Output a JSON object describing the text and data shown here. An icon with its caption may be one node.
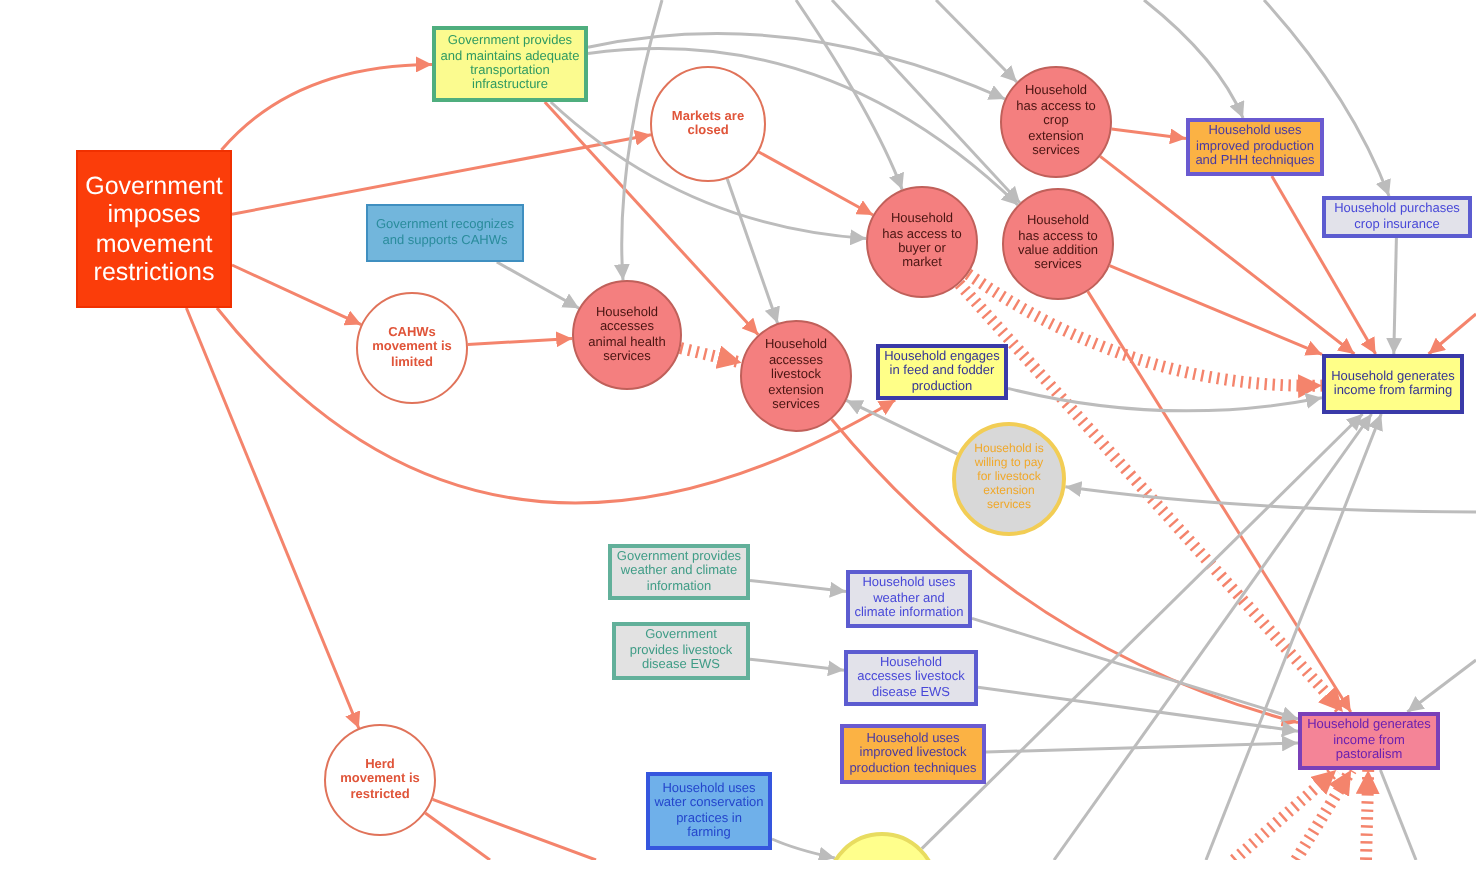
{
  "diagram": {
    "nodes": [
      {
        "text": [
          "Government imposes movement restrictions"
        ]
      },
      {
        "text": [
          "Government provides and maintains adequate transportation infrastructure"
        ]
      },
      {
        "text": [
          "Markets are closed"
        ]
      },
      {
        "text": [
          "Government recognizes and supports CAHWs"
        ]
      },
      {
        "text": [
          "CAHWs movement is limited"
        ]
      },
      {
        "text": [
          "Household accesses animal health services"
        ]
      },
      {
        "text": [
          "Household accesses livestock extension services"
        ]
      },
      {
        "text": [
          "Household has access to crop extension services"
        ]
      },
      {
        "text": [
          "Household uses improved production and PHH techniques"
        ]
      },
      {
        "text": [
          "Household has access to buyer or market"
        ]
      },
      {
        "text": [
          "Household has access to value addition services"
        ]
      },
      {
        "text": [
          "Household purchases crop insurance"
        ]
      },
      {
        "text": [
          "Household engages in feed and fodder production"
        ]
      },
      {
        "text": [
          "Household generates income from farming"
        ]
      },
      {
        "text": [
          "Household is willing to pay for livestock extension services"
        ]
      },
      {
        "text": [
          "Government provides weather and climate information"
        ]
      },
      {
        "text": [
          "Household uses weather and climate information"
        ]
      },
      {
        "text": [
          "Government provides livestock disease EWS"
        ]
      },
      {
        "text": [
          "Household accesses livestock disease EWS"
        ]
      },
      {
        "text": [
          "Household uses improved livestock production techniques"
        ]
      },
      {
        "text": [
          "Household generates income from pastoralism"
        ]
      },
      {
        "text": [
          "Herd movement is restricted"
        ]
      },
      {
        "text": [
          "Household uses water conservation practices in farming"
        ]
      },
      {
        "text": [],
        "shape": "circle"
      }
    ],
    "edges": [
      {
        "from": 0,
        "to": 1,
        "arrow": "to",
        "color": "#f4846c"
      },
      {
        "from": 0,
        "to": 2,
        "arrow": "to",
        "color": "#f4846c"
      },
      {
        "from": 0,
        "to": 4,
        "arrow": "to",
        "color": "#f4846c"
      },
      {
        "from": 0,
        "to": 12,
        "arrow": "to",
        "color": "#f4846c"
      },
      {
        "from": 0,
        "to": 21,
        "arrow": "to",
        "color": "#f4846c"
      },
      {
        "from": 1,
        "to": 6,
        "arrow": "to",
        "color": "#f4846c"
      },
      {
        "from": 1,
        "to": 7,
        "arrow": "to"
      },
      {
        "from": 1,
        "to": 9,
        "arrow": "to"
      },
      {
        "from": 1,
        "to": 10,
        "arrow": "to"
      },
      {
        "from": 2,
        "to": 9,
        "arrow": "to",
        "color": "#f4846c"
      },
      {
        "from": 2,
        "to": 6,
        "arrow": "to"
      },
      {
        "from": null,
        "to": 5,
        "arrow": "to"
      },
      {
        "from": 3,
        "to": 5,
        "arrow": "to"
      },
      {
        "from": 4,
        "to": 5,
        "arrow": "to",
        "color": "#f4846c"
      },
      {
        "from": 5,
        "to": 6,
        "arrow": "to",
        "style": "dashed",
        "color": "#f4846c"
      },
      {
        "from": null,
        "to": 9,
        "arrow": "to"
      },
      {
        "from": null,
        "to": 10,
        "arrow": "to"
      },
      {
        "from": null,
        "to": 7,
        "arrow": "to"
      },
      {
        "from": 7,
        "to": 8,
        "arrow": "to",
        "color": "#f4846c"
      },
      {
        "from": 7,
        "to": 13,
        "arrow": "to",
        "color": "#f4846c"
      },
      {
        "from": null,
        "to": 8,
        "arrow": "to"
      },
      {
        "from": 8,
        "to": 13,
        "arrow": "to",
        "color": "#f4846c"
      },
      {
        "from": null,
        "to": 11,
        "arrow": "to"
      },
      {
        "from": 11,
        "to": 13,
        "arrow": "to"
      },
      {
        "from": 9,
        "to": 13,
        "arrow": "to",
        "style": "dashed",
        "color": "#f4846c"
      },
      {
        "from": 9,
        "to": 20,
        "arrow": "to",
        "style": "dashed",
        "color": "#f4846c"
      },
      {
        "from": 10,
        "to": 13,
        "arrow": "to",
        "color": "#f4846c"
      },
      {
        "from": 10,
        "to": 20,
        "arrow": "to",
        "color": "#f4846c"
      },
      {
        "from": null,
        "to": 13,
        "arrow": "to",
        "color": "#f4846c"
      },
      {
        "from": 12,
        "to": 13,
        "arrow": "to"
      },
      {
        "from": 6,
        "to": 20,
        "arrow": "to",
        "color": "#f4846c"
      },
      {
        "from": 14,
        "to": 6,
        "arrow": "to"
      },
      {
        "from": null,
        "to": 14,
        "arrow": "to"
      },
      {
        "from": 15,
        "to": 16,
        "arrow": "to"
      },
      {
        "from": 17,
        "to": 18,
        "arrow": "to"
      },
      {
        "from": 16,
        "to": 20,
        "arrow": "to"
      },
      {
        "from": 18,
        "to": 20,
        "arrow": "to"
      },
      {
        "from": 19,
        "to": 20,
        "arrow": "to"
      },
      {
        "from": null,
        "to": 20,
        "arrow": "to"
      },
      {
        "from": null,
        "to": 20,
        "arrow": "to",
        "style": "dashed",
        "color": "#f4846c"
      },
      {
        "from": null,
        "to": 20,
        "arrow": "to",
        "style": "dashed",
        "color": "#f4846c"
      },
      {
        "from": null,
        "to": 20,
        "arrow": "to",
        "style": "dashed",
        "color": "#f4846c"
      },
      {
        "from": 20,
        "to": null,
        "arrow": "none"
      },
      {
        "from": 21,
        "to": null,
        "arrow": "none",
        "color": "#f4846c"
      },
      {
        "from": 21,
        "to": null,
        "arrow": "none",
        "color": "#f4846c"
      },
      {
        "from": 22,
        "to": 23,
        "arrow": "to"
      },
      {
        "from": 23,
        "to": 13,
        "arrow": "to"
      },
      {
        "from": null,
        "to": 13,
        "arrow": "to"
      },
      {
        "from": null,
        "to": 13,
        "arrow": "to"
      }
    ]
  }
}
